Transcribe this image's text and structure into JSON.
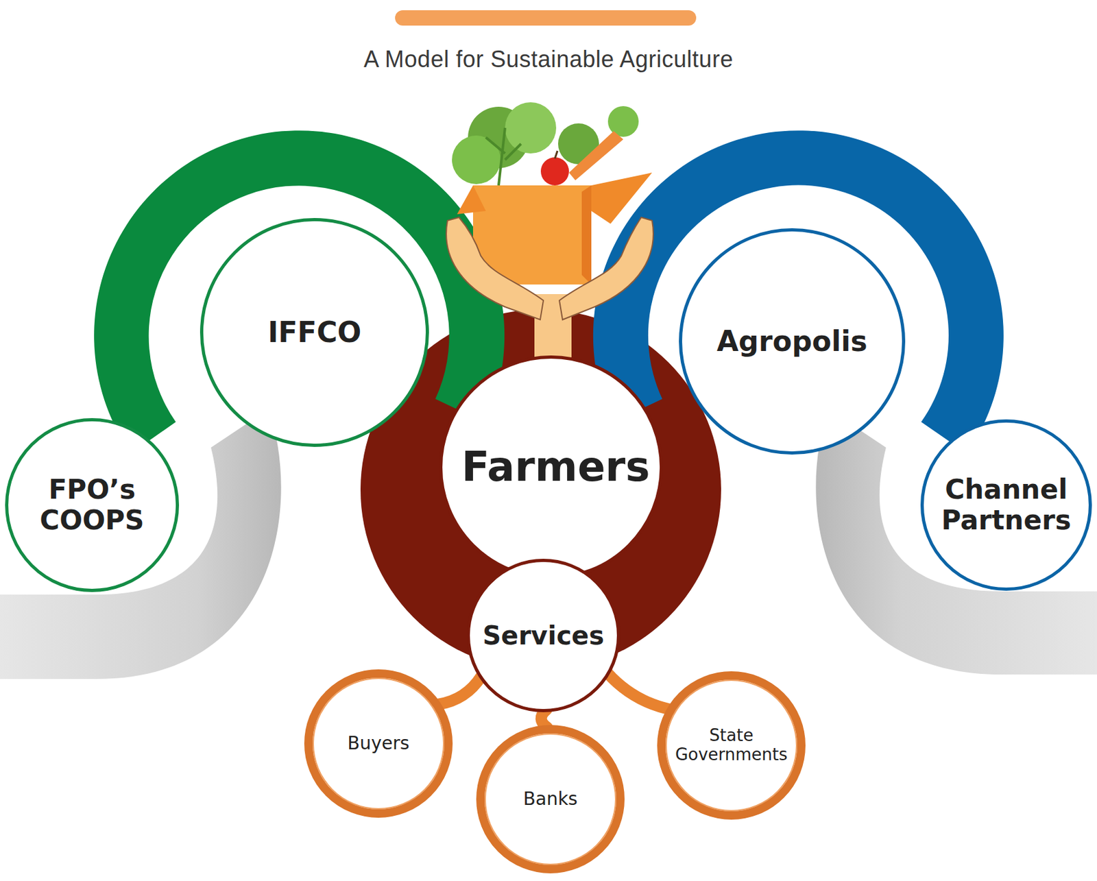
{
  "diagram": {
    "title": "A Model for Sustainable Agriculture",
    "nodes": [
      {
        "text": [
          "IFFCO"
        ]
      },
      {
        "text": [
          "Agropolis"
        ]
      },
      {
        "text": [
          "FPO’s COOPS"
        ]
      },
      {
        "text": [
          "Farmers"
        ]
      },
      {
        "text": [
          "Channel Partners"
        ]
      },
      {
        "text": [
          "Services"
        ]
      },
      {
        "text": [
          "Buyers"
        ]
      },
      {
        "text": [
          "Banks"
        ]
      },
      {
        "text": [
          "State Governments"
        ]
      }
    ],
    "edges": [
      {
        "from": 5,
        "to": 6,
        "arrow": "none"
      },
      {
        "from": 5,
        "to": 7,
        "arrow": "none"
      },
      {
        "from": 5,
        "to": 8,
        "arrow": "none"
      }
    ]
  }
}
